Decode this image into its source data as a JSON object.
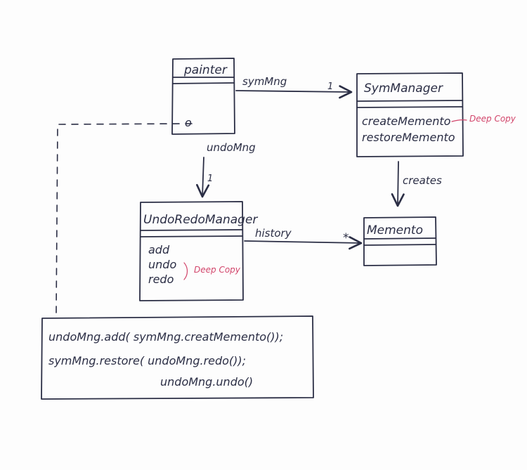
{
  "classes": {
    "painter": {
      "name": "painter",
      "members": [
        "o"
      ]
    },
    "sym_manager": {
      "name": "SymManager",
      "members": [
        "createMemento",
        "restoreMemento"
      ],
      "note": "Deep Copy"
    },
    "undo_redo_manager": {
      "name": "UndoRedoManager",
      "members": [
        "add",
        "undo",
        "redo"
      ],
      "note": "Deep Copy"
    },
    "memento": {
      "name": "Memento",
      "members": []
    }
  },
  "associations": {
    "sym_mng": {
      "label": "symMng",
      "multiplicity": "1"
    },
    "undo_mng": {
      "label": "undoMng",
      "multiplicity": "1"
    },
    "creates": {
      "label": "creates"
    },
    "history": {
      "label": "history",
      "multiplicity": "*"
    }
  },
  "code_note": {
    "lines": [
      "undoMng.add( symMng.creatMemento());",
      "symMng.restore( undoMng.redo());",
      "undoMng.undo()"
    ]
  },
  "colors": {
    "ink": "#2b2e45",
    "note_red": "#d2456b",
    "paper": "#fdfdfd"
  }
}
